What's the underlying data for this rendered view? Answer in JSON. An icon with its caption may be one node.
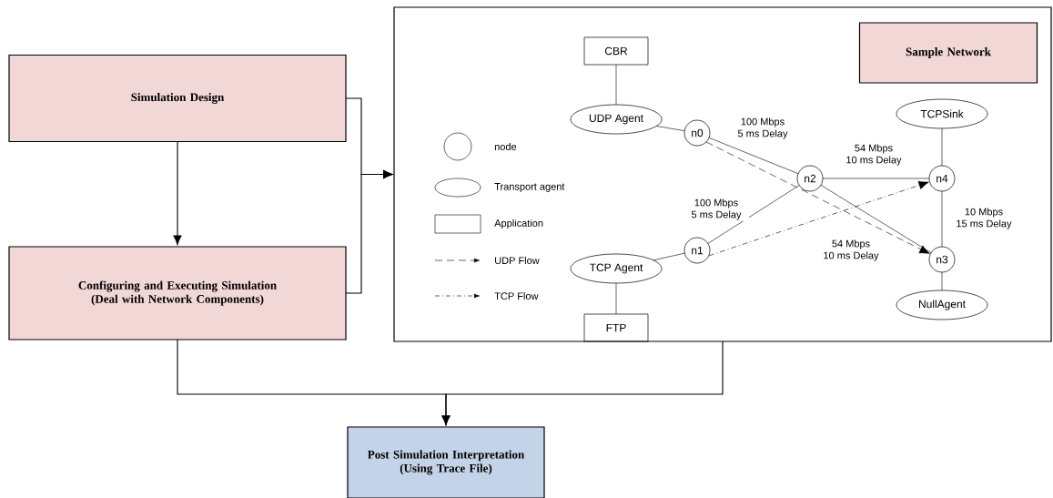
{
  "diagram": {
    "nodes": [
      {
        "text": [
          "Simulation Design"
        ]
      },
      {
        "text": [
          "Configuring and Executing Simulation (Deal with Network Components)"
        ]
      },
      {
        "text": [],
        "shape": "box"
      },
      {
        "text": [
          "Sample Network"
        ],
        "in": 2
      },
      {
        "text": [
          "CBR"
        ],
        "in": 2
      },
      {
        "text": [
          "UDP Agent"
        ],
        "in": 2
      },
      {
        "text": [
          "n0"
        ],
        "in": 2
      },
      {
        "text": [
          "TCPSink"
        ],
        "in": 2
      },
      {
        "text": [
          "n2"
        ],
        "in": 2
      },
      {
        "text": [
          "n4"
        ],
        "in": 2
      },
      {
        "text": [
          "n1"
        ],
        "in": 2
      },
      {
        "text": [
          "TCP Agent"
        ],
        "in": 2
      },
      {
        "text": [
          "n3"
        ],
        "in": 2
      },
      {
        "text": [
          "NullAgent"
        ],
        "in": 2
      },
      {
        "text": [
          "FTP"
        ],
        "in": 2
      },
      {
        "text": [
          "Post Simulation Interpretation (Using Trace File)"
        ]
      }
    ],
    "edges": [
      {
        "from": 0,
        "to": 1,
        "arrow": "to"
      },
      {
        "from": 0,
        "to": 2,
        "arrow": "to"
      },
      {
        "from": 1,
        "to": 2,
        "arrow": "to"
      },
      {
        "from": 1,
        "to": 15,
        "arrow": "to"
      },
      {
        "from": 2,
        "to": 15,
        "arrow": "to"
      },
      {
        "from": 4,
        "to": 5,
        "arrow": "none"
      },
      {
        "from": 5,
        "to": 6,
        "arrow": "none"
      },
      {
        "from": 6,
        "to": 8,
        "arrow": "none",
        "label": "100 Mbps 5 ms Delay"
      },
      {
        "from": 11,
        "to": 10,
        "arrow": "none"
      },
      {
        "from": 10,
        "to": 8,
        "arrow": "none",
        "label": "100 Mbps 5 ms Delay"
      },
      {
        "from": 11,
        "to": 14,
        "arrow": "none"
      },
      {
        "from": 8,
        "to": 9,
        "arrow": "none",
        "label": "54 Mbps 10 ms Delay"
      },
      {
        "from": 8,
        "to": 12,
        "arrow": "none",
        "label": "54 Mbps 10 ms Delay"
      },
      {
        "from": 7,
        "to": 9,
        "arrow": "none"
      },
      {
        "from": 9,
        "to": 12,
        "arrow": "none",
        "label": "10 Mbps 15 ms Delay"
      },
      {
        "from": 12,
        "to": 13,
        "arrow": "none"
      },
      {
        "from": 6,
        "to": 12,
        "arrow": "to",
        "style": "dashed"
      },
      {
        "from": 10,
        "to": 9,
        "arrow": "to",
        "style": "dashed"
      }
    ],
    "legend": [
      {
        "text": "node"
      },
      {
        "text": "Transport agent"
      },
      {
        "text": "Application"
      },
      {
        "text": "UDP Flow"
      },
      {
        "text": "TCP Flow"
      }
    ]
  }
}
